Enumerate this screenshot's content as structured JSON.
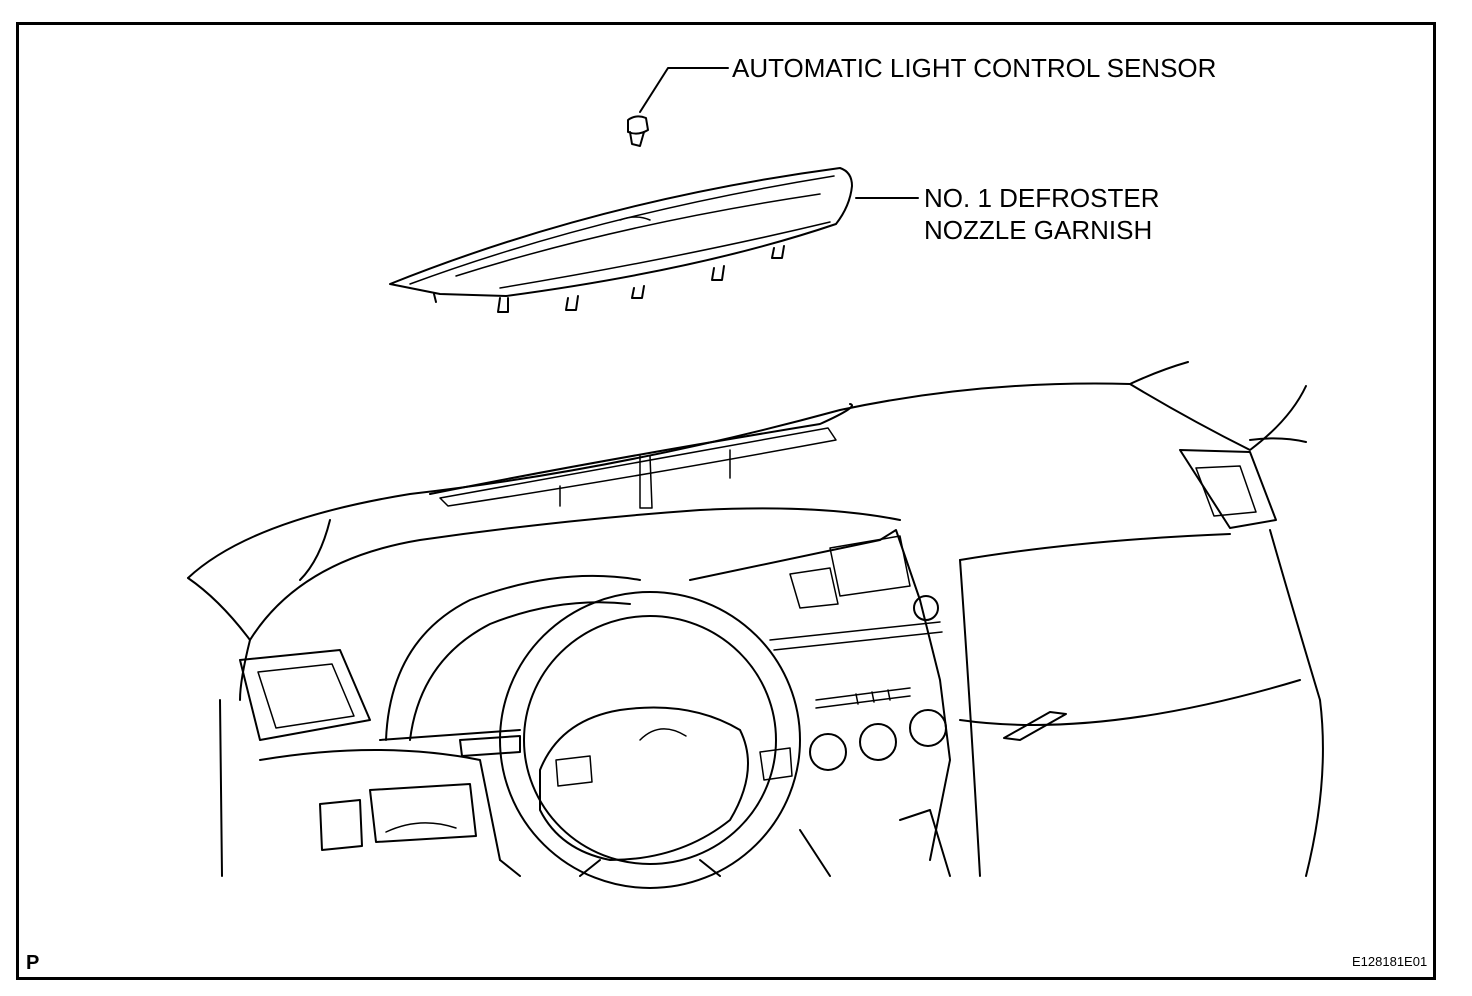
{
  "labels": {
    "sensor": "AUTOMATIC LIGHT CONTROL SENSOR",
    "garnish_line1": "NO. 1 DEFROSTER",
    "garnish_line2": "NOZZLE GARNISH"
  },
  "corner_mark": "P",
  "figure_id": "E128181E01"
}
